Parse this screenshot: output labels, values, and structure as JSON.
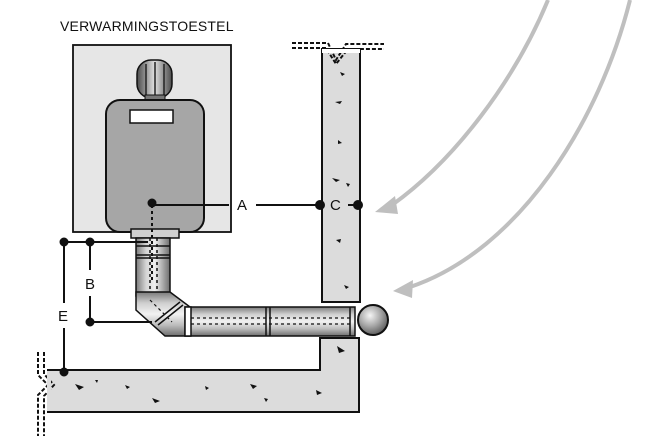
{
  "diagram": {
    "title": "VERWARMINGSTOESTEL",
    "labels": {
      "a": "A",
      "b": "B",
      "c": "C",
      "e": "E"
    }
  },
  "colors": {
    "wall_fill": "#dcdcdc",
    "appliance_panel": "#e6e6e6",
    "boiler_body": "#a6a6a6",
    "arrow_gray": "#bfbfbf",
    "line": "#111111"
  }
}
